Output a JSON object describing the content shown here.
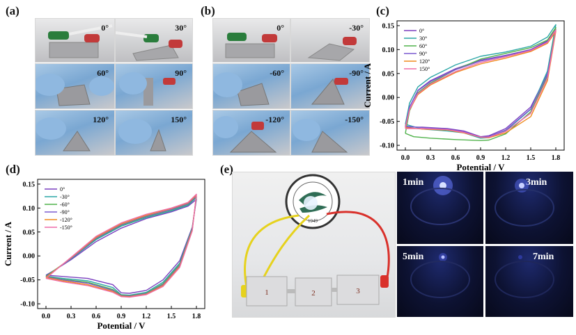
{
  "panels": {
    "a": {
      "letter": "(a)",
      "angles": [
        "0°",
        "30°",
        "60°",
        "90°",
        "120°",
        "150°"
      ]
    },
    "b": {
      "letter": "(b)",
      "angles": [
        "0°",
        "-30°",
        "-60°",
        "-90°",
        "-120°",
        "-150°"
      ]
    },
    "c": {
      "letter": "(c)"
    },
    "d": {
      "letter": "(d)"
    },
    "e": {
      "letter": "(e)",
      "times": [
        "1min",
        "3min",
        "5min",
        "7min"
      ],
      "logo_year": "1949",
      "device_marks": [
        "1",
        "2",
        "3"
      ]
    }
  },
  "chart_data": [
    {
      "panel": "(c)",
      "type": "line",
      "xlabel": "Potential / V",
      "ylabel": "Current / A",
      "xlim": [
        -0.1,
        1.9
      ],
      "ylim": [
        -0.11,
        0.16
      ],
      "xticks": [
        "0.0",
        "0.3",
        "0.6",
        "0.9",
        "1.2",
        "1.5",
        "1.8"
      ],
      "yticks": [
        "0.15",
        "0.10",
        "0.05",
        "0.00",
        "-0.05",
        "-0.10"
      ],
      "legend_position": "top-left",
      "series": [
        {
          "name": "0°",
          "color": "#7a3fbf",
          "anodic": [
            [
              0,
              -0.062
            ],
            [
              0.05,
              -0.02
            ],
            [
              0.15,
              0.015
            ],
            [
              0.3,
              0.035
            ],
            [
              0.6,
              0.06
            ],
            [
              0.9,
              0.078
            ],
            [
              1.2,
              0.088
            ],
            [
              1.5,
              0.1
            ],
            [
              1.7,
              0.118
            ],
            [
              1.8,
              0.142
            ]
          ],
          "cathodic": [
            [
              1.8,
              0.142
            ],
            [
              1.7,
              0.05
            ],
            [
              1.5,
              -0.02
            ],
            [
              1.2,
              -0.065
            ],
            [
              1.0,
              -0.08
            ],
            [
              0.9,
              -0.082
            ],
            [
              0.7,
              -0.07
            ],
            [
              0.5,
              -0.065
            ],
            [
              0.2,
              -0.062
            ],
            [
              0,
              -0.062
            ]
          ]
        },
        {
          "name": "30°",
          "color": "#2aa6a6",
          "anodic": [
            [
              0,
              -0.056
            ],
            [
              0.05,
              -0.012
            ],
            [
              0.15,
              0.022
            ],
            [
              0.3,
              0.042
            ],
            [
              0.6,
              0.068
            ],
            [
              0.9,
              0.086
            ],
            [
              1.2,
              0.095
            ],
            [
              1.5,
              0.107
            ],
            [
              1.7,
              0.126
            ],
            [
              1.8,
              0.152
            ]
          ],
          "cathodic": [
            [
              1.8,
              0.152
            ],
            [
              1.7,
              0.055
            ],
            [
              1.5,
              -0.025
            ],
            [
              1.2,
              -0.07
            ],
            [
              1.0,
              -0.084
            ],
            [
              0.9,
              -0.085
            ],
            [
              0.7,
              -0.074
            ],
            [
              0.5,
              -0.07
            ],
            [
              0.2,
              -0.066
            ],
            [
              0,
              -0.056
            ]
          ]
        },
        {
          "name": "60°",
          "color": "#4fb24a",
          "anodic": [
            [
              0,
              -0.075
            ],
            [
              0.05,
              -0.028
            ],
            [
              0.15,
              0.01
            ],
            [
              0.3,
              0.03
            ],
            [
              0.6,
              0.058
            ],
            [
              0.9,
              0.08
            ],
            [
              1.2,
              0.092
            ],
            [
              1.5,
              0.104
            ],
            [
              1.7,
              0.12
            ],
            [
              1.8,
              0.146
            ]
          ],
          "cathodic": [
            [
              1.8,
              0.146
            ],
            [
              1.7,
              0.045
            ],
            [
              1.5,
              -0.03
            ],
            [
              1.2,
              -0.076
            ],
            [
              1.0,
              -0.089
            ],
            [
              0.9,
              -0.09
            ],
            [
              0.6,
              -0.088
            ],
            [
              0.3,
              -0.085
            ],
            [
              0.1,
              -0.082
            ],
            [
              0,
              -0.075
            ]
          ]
        },
        {
          "name": "90°",
          "color": "#7b5bd0",
          "anodic": [
            [
              0,
              -0.06
            ],
            [
              0.05,
              -0.02
            ],
            [
              0.15,
              0.014
            ],
            [
              0.3,
              0.033
            ],
            [
              0.6,
              0.058
            ],
            [
              0.9,
              0.076
            ],
            [
              1.2,
              0.087
            ],
            [
              1.5,
              0.099
            ],
            [
              1.7,
              0.116
            ],
            [
              1.8,
              0.14
            ]
          ],
          "cathodic": [
            [
              1.8,
              0.14
            ],
            [
              1.7,
              0.048
            ],
            [
              1.5,
              -0.024
            ],
            [
              1.2,
              -0.068
            ],
            [
              1.0,
              -0.082
            ],
            [
              0.9,
              -0.083
            ],
            [
              0.7,
              -0.072
            ],
            [
              0.5,
              -0.066
            ],
            [
              0.2,
              -0.063
            ],
            [
              0,
              -0.06
            ]
          ]
        },
        {
          "name": "120°",
          "color": "#f08a1c",
          "anodic": [
            [
              0,
              -0.063
            ],
            [
              0.05,
              -0.026
            ],
            [
              0.15,
              0.006
            ],
            [
              0.3,
              0.026
            ],
            [
              0.6,
              0.052
            ],
            [
              0.9,
              0.07
            ],
            [
              1.2,
              0.082
            ],
            [
              1.5,
              0.096
            ],
            [
              1.7,
              0.113
            ],
            [
              1.8,
              0.138
            ]
          ],
          "cathodic": [
            [
              1.8,
              0.138
            ],
            [
              1.7,
              0.035
            ],
            [
              1.5,
              -0.04
            ],
            [
              1.2,
              -0.074
            ],
            [
              1.0,
              -0.084
            ],
            [
              0.9,
              -0.083
            ],
            [
              0.7,
              -0.074
            ],
            [
              0.5,
              -0.068
            ],
            [
              0.2,
              -0.066
            ],
            [
              0,
              -0.063
            ]
          ]
        },
        {
          "name": "150°",
          "color": "#ee6aa8",
          "anodic": [
            [
              0,
              -0.065
            ],
            [
              0.05,
              -0.025
            ],
            [
              0.15,
              0.008
            ],
            [
              0.3,
              0.028
            ],
            [
              0.6,
              0.054
            ],
            [
              0.9,
              0.073
            ],
            [
              1.2,
              0.085
            ],
            [
              1.5,
              0.098
            ],
            [
              1.7,
              0.115
            ],
            [
              1.8,
              0.141
            ]
          ],
          "cathodic": [
            [
              1.8,
              0.141
            ],
            [
              1.7,
              0.04
            ],
            [
              1.5,
              -0.033
            ],
            [
              1.2,
              -0.071
            ],
            [
              1.0,
              -0.083
            ],
            [
              0.9,
              -0.083
            ],
            [
              0.7,
              -0.073
            ],
            [
              0.5,
              -0.067
            ],
            [
              0.2,
              -0.065
            ],
            [
              0,
              -0.065
            ]
          ]
        }
      ]
    },
    {
      "panel": "(d)",
      "type": "line",
      "xlabel": "Potential / V",
      "ylabel": "Current / A",
      "xlim": [
        -0.1,
        1.9
      ],
      "ylim": [
        -0.11,
        0.16
      ],
      "xticks": [
        "0.0",
        "0.3",
        "0.6",
        "0.9",
        "1.2",
        "1.5",
        "1.8"
      ],
      "yticks": [
        "0.15",
        "0.10",
        "0.05",
        "0.00",
        "-0.05",
        "-0.10"
      ],
      "legend_position": "top-left",
      "series": [
        {
          "name": "0°",
          "color": "#7a3fbf",
          "anodic": [
            [
              0,
              -0.04
            ],
            [
              0.1,
              -0.03
            ],
            [
              0.3,
              -0.008
            ],
            [
              0.6,
              0.03
            ],
            [
              0.9,
              0.058
            ],
            [
              1.2,
              0.078
            ],
            [
              1.5,
              0.092
            ],
            [
              1.7,
              0.104
            ],
            [
              1.8,
              0.118
            ]
          ],
          "cathodic": [
            [
              1.8,
              0.118
            ],
            [
              1.75,
              0.06
            ],
            [
              1.6,
              -0.01
            ],
            [
              1.4,
              -0.05
            ],
            [
              1.2,
              -0.072
            ],
            [
              1.0,
              -0.078
            ],
            [
              0.9,
              -0.077
            ],
            [
              0.8,
              -0.06
            ],
            [
              0.5,
              -0.047
            ],
            [
              0.2,
              -0.043
            ],
            [
              0,
              -0.04
            ]
          ]
        },
        {
          "name": "-30°",
          "color": "#2aa6a6",
          "anodic": [
            [
              0,
              -0.042
            ],
            [
              0.1,
              -0.03
            ],
            [
              0.3,
              -0.006
            ],
            [
              0.6,
              0.034
            ],
            [
              0.9,
              0.062
            ],
            [
              1.2,
              0.08
            ],
            [
              1.5,
              0.094
            ],
            [
              1.7,
              0.106
            ],
            [
              1.8,
              0.122
            ]
          ],
          "cathodic": [
            [
              1.8,
              0.122
            ],
            [
              1.75,
              0.058
            ],
            [
              1.6,
              -0.015
            ],
            [
              1.4,
              -0.055
            ],
            [
              1.2,
              -0.076
            ],
            [
              1.0,
              -0.082
            ],
            [
              0.9,
              -0.081
            ],
            [
              0.8,
              -0.066
            ],
            [
              0.5,
              -0.052
            ],
            [
              0.2,
              -0.047
            ],
            [
              0,
              -0.042
            ]
          ]
        },
        {
          "name": "-60°",
          "color": "#4fb24a",
          "anodic": [
            [
              0,
              -0.043
            ],
            [
              0.1,
              -0.03
            ],
            [
              0.3,
              -0.005
            ],
            [
              0.6,
              0.036
            ],
            [
              0.9,
              0.064
            ],
            [
              1.2,
              0.082
            ],
            [
              1.5,
              0.096
            ],
            [
              1.7,
              0.108
            ],
            [
              1.8,
              0.124
            ]
          ],
          "cathodic": [
            [
              1.8,
              0.124
            ],
            [
              1.75,
              0.056
            ],
            [
              1.6,
              -0.018
            ],
            [
              1.4,
              -0.058
            ],
            [
              1.2,
              -0.078
            ],
            [
              1.0,
              -0.083
            ],
            [
              0.9,
              -0.082
            ],
            [
              0.8,
              -0.07
            ],
            [
              0.5,
              -0.055
            ],
            [
              0.2,
              -0.049
            ],
            [
              0,
              -0.043
            ]
          ]
        },
        {
          "name": "-90°",
          "color": "#7b5bd0",
          "anodic": [
            [
              0,
              -0.044
            ],
            [
              0.1,
              -0.031
            ],
            [
              0.3,
              -0.005
            ],
            [
              0.6,
              0.037
            ],
            [
              0.9,
              0.065
            ],
            [
              1.2,
              0.083
            ],
            [
              1.5,
              0.097
            ],
            [
              1.7,
              0.109
            ],
            [
              1.8,
              0.125
            ]
          ],
          "cathodic": [
            [
              1.8,
              0.125
            ],
            [
              1.75,
              0.055
            ],
            [
              1.6,
              -0.02
            ],
            [
              1.4,
              -0.06
            ],
            [
              1.2,
              -0.079
            ],
            [
              1.0,
              -0.084
            ],
            [
              0.9,
              -0.083
            ],
            [
              0.8,
              -0.072
            ],
            [
              0.5,
              -0.057
            ],
            [
              0.2,
              -0.05
            ],
            [
              0,
              -0.044
            ]
          ]
        },
        {
          "name": "-120°",
          "color": "#f08a1c",
          "anodic": [
            [
              0,
              -0.045
            ],
            [
              0.1,
              -0.031
            ],
            [
              0.3,
              -0.004
            ],
            [
              0.6,
              0.039
            ],
            [
              0.9,
              0.067
            ],
            [
              1.2,
              0.085
            ],
            [
              1.5,
              0.099
            ],
            [
              1.7,
              0.111
            ],
            [
              1.8,
              0.127
            ]
          ],
          "cathodic": [
            [
              1.8,
              0.127
            ],
            [
              1.75,
              0.054
            ],
            [
              1.6,
              -0.022
            ],
            [
              1.4,
              -0.062
            ],
            [
              1.2,
              -0.08
            ],
            [
              1.0,
              -0.085
            ],
            [
              0.9,
              -0.084
            ],
            [
              0.8,
              -0.074
            ],
            [
              0.5,
              -0.06
            ],
            [
              0.2,
              -0.052
            ],
            [
              0,
              -0.045
            ]
          ]
        },
        {
          "name": "-150°",
          "color": "#ee6aa8",
          "anodic": [
            [
              0,
              -0.047
            ],
            [
              0.1,
              -0.032
            ],
            [
              0.3,
              -0.003
            ],
            [
              0.6,
              0.041
            ],
            [
              0.9,
              0.069
            ],
            [
              1.2,
              0.087
            ],
            [
              1.5,
              0.1
            ],
            [
              1.7,
              0.112
            ],
            [
              1.8,
              0.129
            ]
          ],
          "cathodic": [
            [
              1.8,
              0.129
            ],
            [
              1.75,
              0.052
            ],
            [
              1.6,
              -0.024
            ],
            [
              1.4,
              -0.064
            ],
            [
              1.2,
              -0.081
            ],
            [
              1.0,
              -0.086
            ],
            [
              0.9,
              -0.085
            ],
            [
              0.8,
              -0.076
            ],
            [
              0.5,
              -0.062
            ],
            [
              0.2,
              -0.054
            ],
            [
              0,
              -0.047
            ]
          ]
        }
      ]
    }
  ]
}
